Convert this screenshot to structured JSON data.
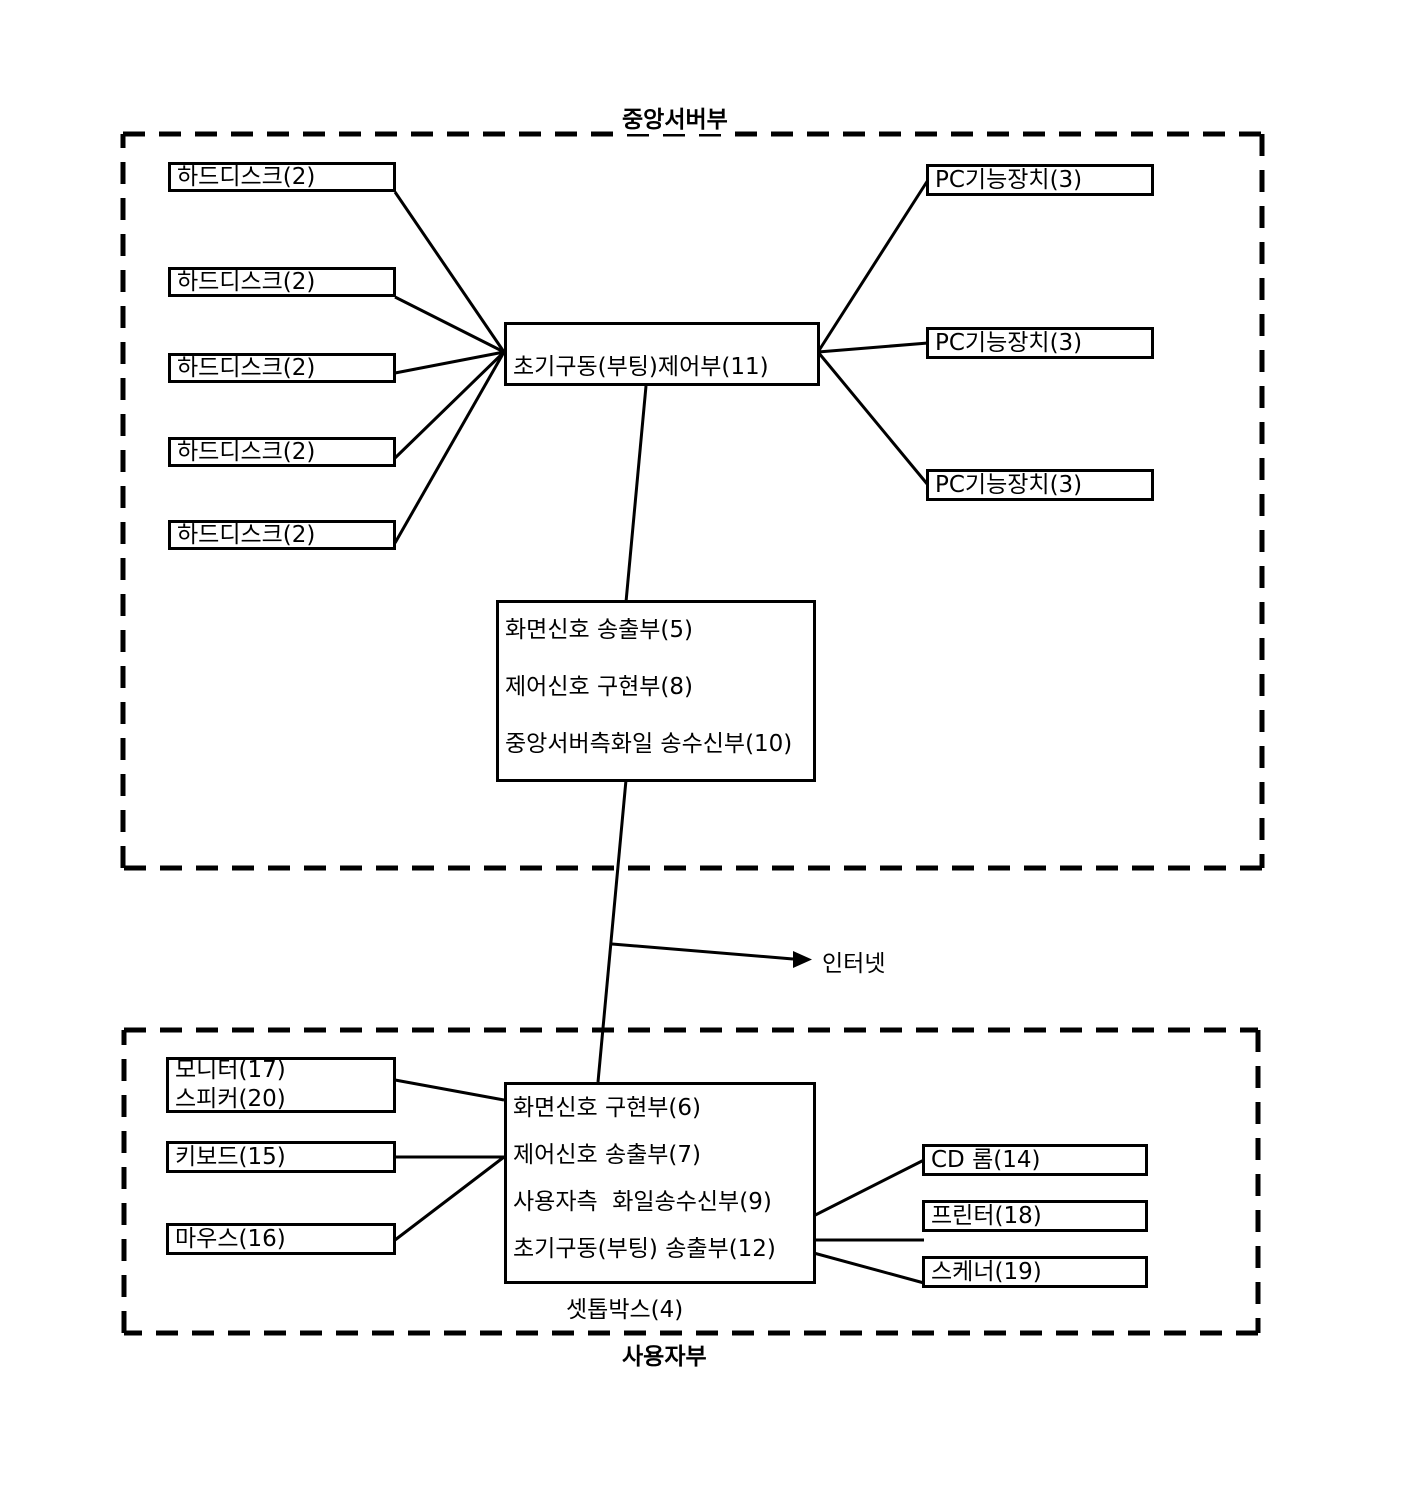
{
  "figure": {
    "regions": {
      "central_server": {
        "label": "중앙서버부"
      },
      "user": {
        "label": "사용자부"
      }
    },
    "network_label": "인터넷",
    "setbox_caption": "셋톱박스(4)",
    "central_server_nodes": {
      "hard_disks": [
        {
          "label": "하드디스크(2)"
        },
        {
          "label": "하드디스크(2)"
        },
        {
          "label": "하드디스크(2)"
        },
        {
          "label": "하드디스크(2)"
        },
        {
          "label": "하드디스크(2)"
        }
      ],
      "boot_controller": {
        "label": "초기구동(부팅)제어부(11)"
      },
      "pc_function_devices": [
        {
          "label": "PC기능장치(3)"
        },
        {
          "label": "PC기능장치(3)"
        },
        {
          "label": "PC기능장치(3)"
        }
      ],
      "server_module": {
        "lines": [
          "화면신호 송출부(5)",
          "제어신호 구현부(8)",
          "중앙서버측화일 송수신부(10)"
        ]
      }
    },
    "user_nodes": {
      "set_top_box": {
        "lines": [
          "화면신호 구현부(6)",
          "제어신호 송출부(7)",
          "사용자측  화일송수신부(9)",
          "초기구동(부팅) 송출부(12)"
        ]
      },
      "input_devices": [
        {
          "lines": [
            "모니터(17)",
            "스피커(20)"
          ]
        },
        {
          "lines": [
            "키보드(15)"
          ]
        },
        {
          "lines": [
            "마우스(16)"
          ]
        }
      ],
      "peripherals": [
        {
          "label": "CD 롬(14)"
        },
        {
          "label": "프린터(18)"
        },
        {
          "label": "스케너(19)"
        }
      ]
    },
    "colors": {
      "stroke": "#000000",
      "background": "#ffffff"
    }
  }
}
